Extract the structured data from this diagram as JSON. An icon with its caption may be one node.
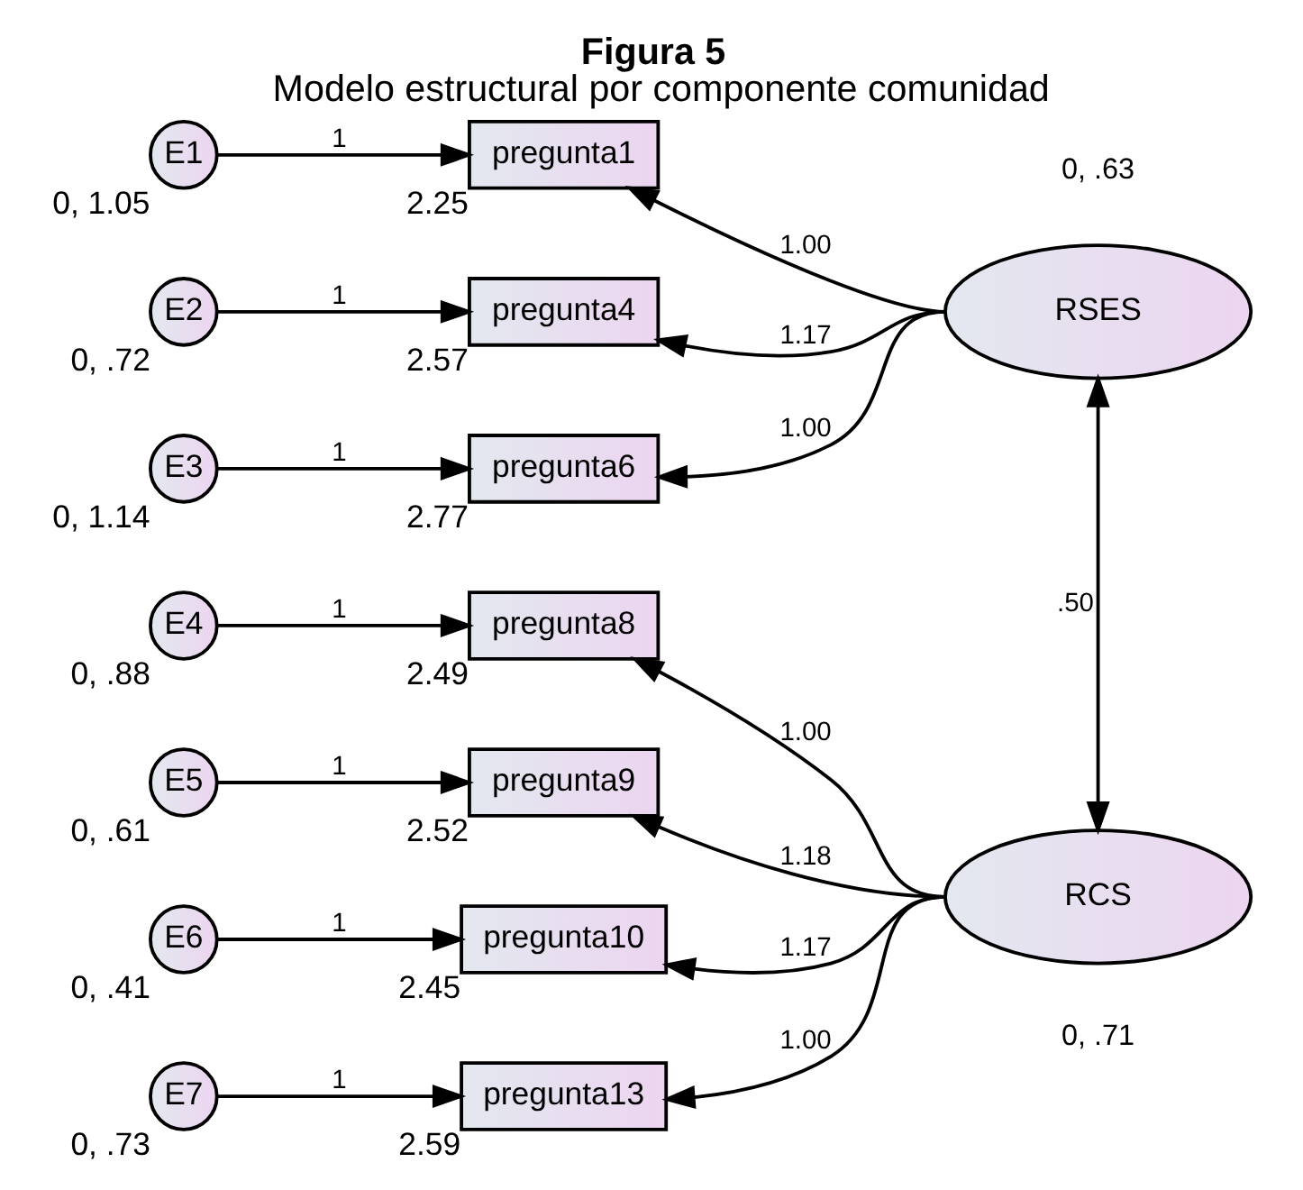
{
  "diagram": {
    "title": "Figura 5",
    "caption": "Modelo estructural por componente comunidad",
    "nodes": [
      {
        "text": [
          "E1"
        ],
        "beside": [
          "0, 1.05"
        ]
      },
      {
        "text": [
          "pregunta1"
        ],
        "beside": [
          "2.25"
        ]
      },
      {
        "text": [
          "E2"
        ],
        "beside": [
          "0, .72"
        ]
      },
      {
        "text": [
          "pregunta4"
        ],
        "beside": [
          "2.57"
        ]
      },
      {
        "text": [
          "RSES"
        ],
        "beside": [
          "0, .63"
        ]
      },
      {
        "text": [
          "E3"
        ],
        "beside": [
          "0, 1.14"
        ]
      },
      {
        "text": [
          "pregunta6"
        ],
        "beside": [
          "2.77"
        ]
      },
      {
        "text": [
          "E4"
        ],
        "beside": [
          "0, .88"
        ]
      },
      {
        "text": [
          "pregunta8"
        ],
        "beside": [
          "2.49"
        ]
      },
      {
        "text": [
          "E5"
        ],
        "beside": [
          "0, .61"
        ]
      },
      {
        "text": [
          "pregunta9"
        ],
        "beside": [
          "2.52"
        ]
      },
      {
        "text": [
          "RCS"
        ],
        "beside": [
          "0, .71"
        ]
      },
      {
        "text": [
          "E6"
        ],
        "beside": [
          "0, .41"
        ]
      },
      {
        "text": [
          "pregunta10"
        ],
        "beside": [
          "2.45"
        ]
      },
      {
        "text": [
          "E7"
        ],
        "beside": [
          "0, .73"
        ]
      },
      {
        "text": [
          "pregunta13"
        ],
        "beside": [
          "2.59"
        ]
      }
    ],
    "edges": [
      {
        "from": 0,
        "to": 1,
        "arrow": "to",
        "label": "1"
      },
      {
        "from": 2,
        "to": 3,
        "arrow": "to",
        "label": "1"
      },
      {
        "from": 5,
        "to": 6,
        "arrow": "to",
        "label": "1"
      },
      {
        "from": 7,
        "to": 8,
        "arrow": "to",
        "label": "1"
      },
      {
        "from": 9,
        "to": 10,
        "arrow": "to",
        "label": "1"
      },
      {
        "from": 12,
        "to": 13,
        "arrow": "to",
        "label": "1"
      },
      {
        "from": 14,
        "to": 15,
        "arrow": "to",
        "label": "1"
      },
      {
        "from": 4,
        "to": 1,
        "arrow": "to",
        "label": "1.00"
      },
      {
        "from": 4,
        "to": 3,
        "arrow": "to",
        "label": "1.17"
      },
      {
        "from": 4,
        "to": 6,
        "arrow": "to",
        "label": "1.00"
      },
      {
        "from": 11,
        "to": 8,
        "arrow": "to",
        "label": "1.00"
      },
      {
        "from": 11,
        "to": 10,
        "arrow": "to",
        "label": "1.18"
      },
      {
        "from": 11,
        "to": 13,
        "arrow": "to",
        "label": "1.17"
      },
      {
        "from": 11,
        "to": 15,
        "arrow": "to",
        "label": "1.00"
      },
      {
        "from": 4,
        "to": 11,
        "arrow": "both",
        "label": ".50"
      }
    ]
  }
}
